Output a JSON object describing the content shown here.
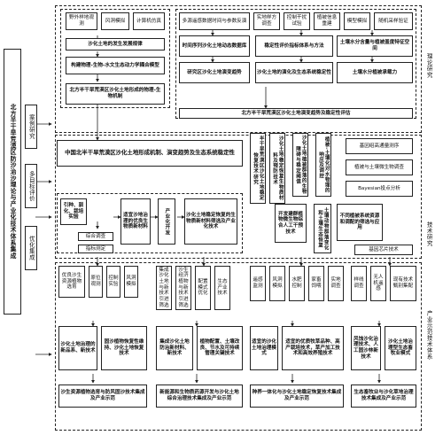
{
  "left": {
    "system_title": "北方半干旱荒漠区防沙治沙理论与产业化技术体系集成",
    "case_study": "案例研究",
    "multi_target": "多目标评价",
    "optimize": "优化集成"
  },
  "side_labels": {
    "theory": "理论研究",
    "tech": "技术研究",
    "industry": "产业示范技术体系"
  },
  "theory": {
    "m1": [
      "野外样地观测",
      "风洞模拟",
      "计算机仿真"
    ],
    "m2": [
      "多源遥感数据时间与参数反演",
      "实地样方调查",
      "控制干扰试验",
      "植被信息重建",
      "模型模拟",
      "随机采样验证"
    ],
    "l1": "沙化土地的发生发展规律",
    "l2": "构建物理-生物-水文生态动力学耦合模型",
    "l3": "北方半干旱荒漠区沙化土地形成的物理-生物机制",
    "r1": "时间序列沙化土地动态数据库",
    "r2": "稳定性评价指标体系与方法",
    "r3": "土壤水分含量与植被盖度特征空间",
    "r4": "研究区沙化土地演变趋势",
    "r5": "沙化土地的演化及生态系统稳定性",
    "r6": "土壤水分植被承载力",
    "r7": "北方半干旱荒漠区沙化土地演变趋势及稳定性评估",
    "s1": "中国北半干旱荒漠区沙化土地形成机制、演变趋势及生态系统稳定性"
  },
  "tech": {
    "t1": "引种、驯化、栽培实验",
    "t2": "适宜沙地治理的优良生物质新材料",
    "t3": "产业化开发",
    "t4": "沙化土地稳定恢复的生物质新材料筛选及产业化技术",
    "t5": "综合调查",
    "t6": "指标测定",
    "v1": "半干旱荒漠区沙化土地稳定恢复技术研究",
    "v2": "沙化土地稳定恢复生物质材料及预防技术",
    "v3": "沙化土地植被群落的生物障碍与稳定阈值",
    "v4": "植被-土壤化对水物理的响应及调控",
    "v5": "开发建群植物微生物综合人工干预技术",
    "v6": "土壤动物群落变化和土壤生态恢复",
    "v7": "不同植被系统资源和调配的筛选与应用",
    "k1": "基因组高通量测序",
    "k2": "植被与土壤微生物调查",
    "k3": "Bayesian投点分析",
    "k4": "基因芯片技术"
  },
  "industry": {
    "g1": {
      "tops": [
        "优良沙生资源植物选育",
        "原位观测",
        "控制实验",
        "风洞模拟"
      ],
      "mid": [
        "沙化土地治理的新品系、新技术",
        "固沙植物恢复性维持、沙化土地恢复技术"
      ],
      "bottom": "沙生资源植物选育与防风固沙技术集成及产业示范"
    },
    "g2": {
      "tops": [
        "集成沙化土地与新技术引进筛选",
        "沙生经济植物与新技术引进筛选",
        "配置模式优化",
        "生态产业技术"
      ],
      "mid": [
        "集成沙化土地防治新材料、新技术",
        "植物配置、土壤改良、节水及可持续管理关键技术"
      ],
      "bottom": "新能源和生物质药源开发与沙化土地综合治理技术集成及产业示范"
    },
    "g3": {
      "tops": [
        "遥感监测",
        "风洞模拟",
        "水肥控制",
        "家畜饲喂",
        "实地调查"
      ],
      "mid": [
        "适宜的沙化土地治理模式",
        "适宜的优质牧草品种、高产栽培技术，草产加工技术和高效养殖技术"
      ],
      "bottom": "种养一体化与沙化土地稳定恢复技术集成及产业示范"
    },
    "g4": {
      "tops": [
        "样线调查",
        "无人机遥感",
        "现有技术甄别集配"
      ],
      "mid": [
        "风蚀沙化治理技术、人工固沙林新技术",
        "沙化土地治理型生态畜牧业模式"
      ],
      "bottom": "生态畜牧业与沙化草地治理技术集成及产业示范"
    }
  }
}
